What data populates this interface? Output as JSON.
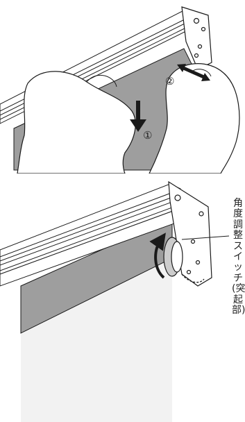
{
  "panels": [
    {
      "id": "top",
      "steps": [
        {
          "label": "①",
          "meaning": "pull screen down"
        },
        {
          "label": "②",
          "meaning": "slide switch sideways"
        }
      ]
    },
    {
      "id": "bottom",
      "callout": "角度調整スイッチ(突起部)"
    }
  ],
  "colors": {
    "line": "#1a1a1a",
    "fabric": "#9e9e9e",
    "fabric_light": "#f2f2f2",
    "rail": "#ffffff"
  },
  "icons": [
    "hand-illustration",
    "arrow-down",
    "double-arrow",
    "curved-arrow",
    "adjust-switch"
  ]
}
